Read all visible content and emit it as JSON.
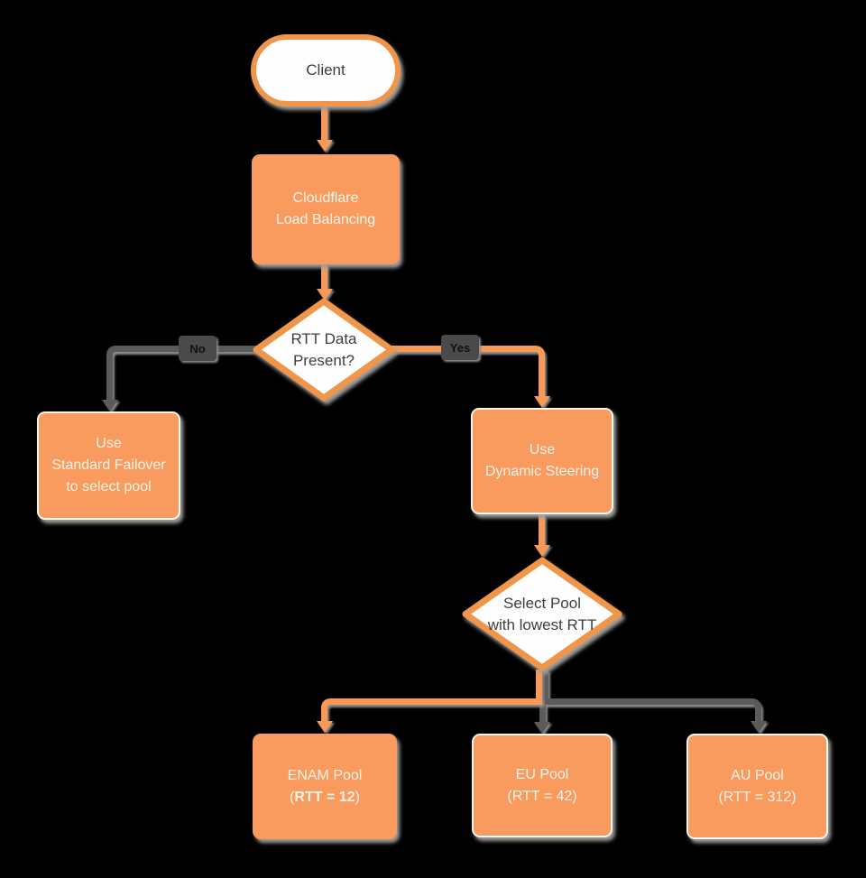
{
  "colors": {
    "canvas_background": "#000000",
    "node_orange": "#F99B5E",
    "outline_orange": "#F0964B",
    "connector_orange": "#F89955",
    "connector_gray": "#5B5B5B",
    "edge_label_background": "#4A4A4A",
    "shadow_gray": "#9E9E9E",
    "node_text_light": "#FCF4EA",
    "node_text_dark": "#3E3E3E"
  },
  "nodes": {
    "client": {
      "label": "Client"
    },
    "load_balancing": {
      "lines": [
        "Cloudflare",
        "Load Balancing"
      ]
    },
    "rtt_decision": {
      "lines": [
        "RTT Data",
        "Present?"
      ]
    },
    "standard_failover": {
      "lines": [
        "Use",
        "Standard Failover",
        "to select pool"
      ]
    },
    "dynamic_steering": {
      "lines": [
        "Use",
        "Dynamic Steering"
      ]
    },
    "select_pool": {
      "lines": [
        "Select Pool",
        "with lowest RTT"
      ]
    },
    "enam_pool": {
      "line1": "ENAM Pool",
      "line2_open": "(",
      "line2_bold": "RTT = 12",
      "line2_close": ")"
    },
    "eu_pool": {
      "lines": [
        "EU Pool",
        "(RTT = 42)"
      ]
    },
    "au_pool": {
      "lines": [
        "AU Pool",
        "(RTT = 312)"
      ]
    }
  },
  "edges": {
    "no_label": "No",
    "yes_label": "Yes"
  }
}
